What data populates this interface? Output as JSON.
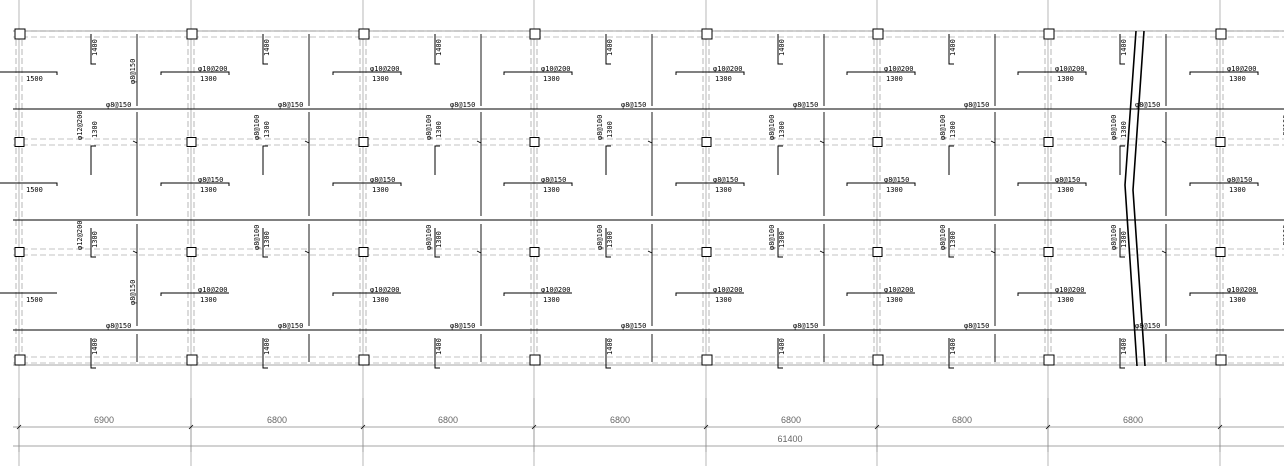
{
  "drawing": {
    "colors": {
      "ink": "#000000",
      "grid": "#888888",
      "dash": "#888888",
      "dim": "#666666",
      "background": "#ffffff"
    },
    "bay_dimensions": [
      "6900",
      "6800",
      "6800",
      "6800",
      "6800",
      "6800",
      "6800"
    ],
    "total_dimension": "61400",
    "top_length_label": "1400",
    "mid_length_label": "1300",
    "left_length_label": "1500",
    "top_row_label": "φ10@200",
    "mid_row_label": "φ8@150",
    "bottom_row_label": "φ10@200",
    "horizontal_bar_label": "φ8@150",
    "vertical_bar_label": "φ8@100",
    "left_vertical_bar_label": "φ12@200",
    "left_top_vertical_label": "φ8@150"
  }
}
